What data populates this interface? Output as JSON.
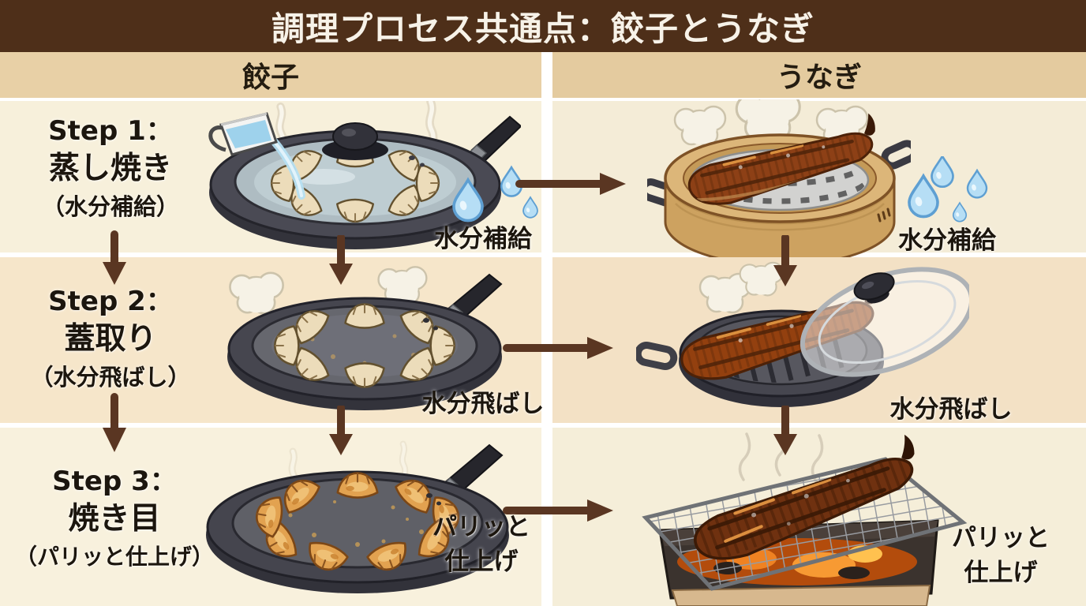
{
  "title": "調理プロセス共通点：餃子とうなぎ",
  "columns": {
    "left": "餃子",
    "right": "うなぎ"
  },
  "steps": {
    "step1": {
      "label": "Step 1：",
      "name": "蒸し焼き",
      "sub": "（水分補給）"
    },
    "step2": {
      "label": "Step 2：",
      "name": "蓋取り",
      "sub": "（水分飛ばし）"
    },
    "step3": {
      "label": "Step 3：",
      "name": "焼き目",
      "sub": "（パリッと仕上げ）"
    }
  },
  "annotations": {
    "moisture_supply": "水分補給",
    "moisture_off": "水分飛ばし",
    "crisp_line1": "パリッと",
    "crisp_line2": "仕上げ"
  },
  "icons": {
    "water_drops": "water-drops-icon",
    "down_arrow": "down-arrow-icon",
    "right_arrow": "right-arrow-icon"
  },
  "colors": {
    "title_bar_bg": "#4e2f19",
    "title_text": "#f7f2e8",
    "header_bg_left": "#e8d0a6",
    "header_bg_right": "#e4cb9f",
    "row1_bg": "#f7f0db",
    "row2_bg": "#f6e6ca",
    "row3_bg": "#f8f1dd",
    "arrow_brown": "#5a3622",
    "text_black": "#1c160e",
    "droplet_blue": "#b6def5"
  }
}
